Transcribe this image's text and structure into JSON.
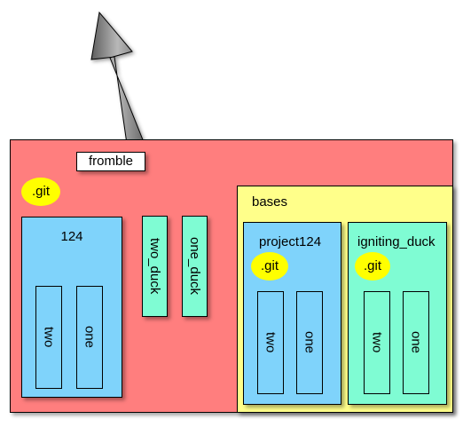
{
  "outer": {
    "title": "fromble",
    "git": ".git"
  },
  "repo_124": {
    "label": "124",
    "items": [
      "two",
      "one"
    ]
  },
  "ducks": [
    "two_duck",
    "one_duck"
  ],
  "bases": {
    "label": "bases",
    "project": {
      "label": "project124",
      "git": ".git",
      "items": [
        "two",
        "one"
      ]
    },
    "igniting": {
      "label": "igniting_duck",
      "git": ".git",
      "items": [
        "two",
        "one"
      ]
    }
  },
  "colors": {
    "outer": "#ff7e7e",
    "bases": "#ffff8a",
    "blue_box": "#7fd3fb",
    "aqua_box": "#7ffcd3",
    "git_badge": "#ffff00",
    "arrow": "#8a8a8a"
  }
}
